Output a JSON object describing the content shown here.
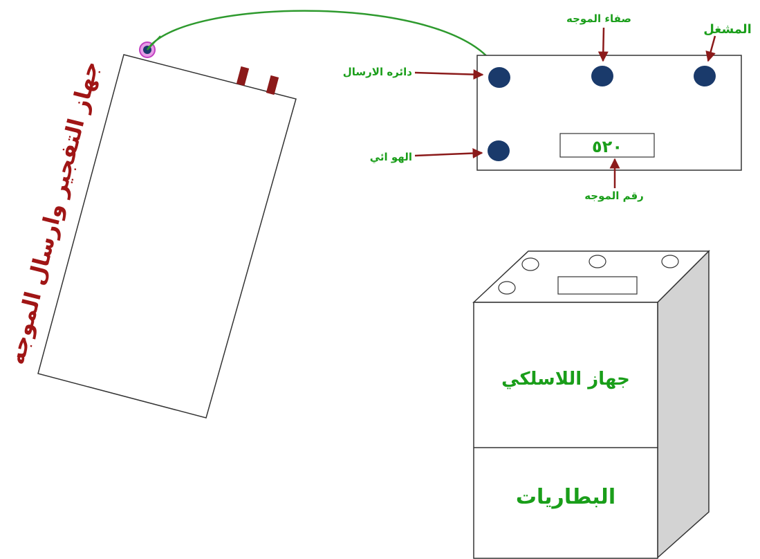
{
  "colors": {
    "green_text": "#1a9e1a",
    "dark_red": "#8b1a1a",
    "knob": "#1a3a6b",
    "cable": "#2e9a2e",
    "connector_ring": "#d65ad6",
    "side_face": "#d3d3d3",
    "outline": "#333333"
  },
  "device": {
    "title": "جهاز التفجير وارسال الموجه",
    "title_color": "#a01515",
    "tabs": [
      "tab-left",
      "tab-right"
    ]
  },
  "panel": {
    "labels": {
      "operator": "المشغل",
      "wave_purity": "صفاء الموجه",
      "transmit_circuit": "دائره الارسال",
      "antenna": "الهو ائي",
      "wave_number": "رقم الموجه"
    },
    "display_value": "٥٢٠"
  },
  "radio_box": {
    "top_label": "جهاز اللاسلكي",
    "bottom_label": "البطاريات"
  }
}
